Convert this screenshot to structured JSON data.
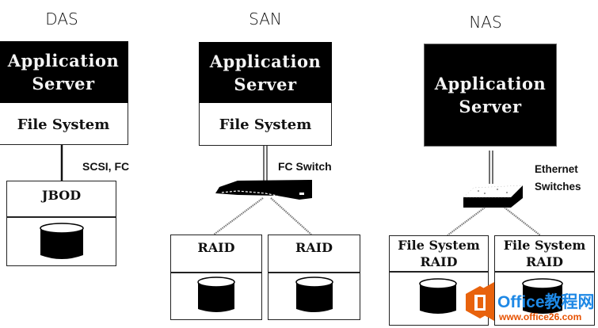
{
  "columns": {
    "das": {
      "title": "DAS",
      "app_server": [
        "Application",
        "Server"
      ],
      "file_system": "File System",
      "link_label": "SCSI, FC",
      "storage": [
        {
          "label": "JBOD"
        }
      ]
    },
    "san": {
      "title": "SAN",
      "app_server": [
        "Application",
        "Server"
      ],
      "file_system": "File System",
      "switch_label": "FC Switch",
      "storage": [
        {
          "label": "RAID"
        },
        {
          "label": "RAID"
        }
      ]
    },
    "nas": {
      "title": "NAS",
      "app_server": [
        "Application",
        "Server"
      ],
      "switch_label": [
        "Ethernet",
        "Switches"
      ],
      "storage": [
        {
          "label": [
            "File System",
            "RAID"
          ]
        },
        {
          "label": [
            "File System",
            "RAID"
          ]
        }
      ]
    }
  },
  "watermark": {
    "title": "Office教程网",
    "url": "www.office26.com",
    "colors": {
      "title": "#1e88e5",
      "url": "#e65100",
      "logo": "#e8620c"
    }
  }
}
